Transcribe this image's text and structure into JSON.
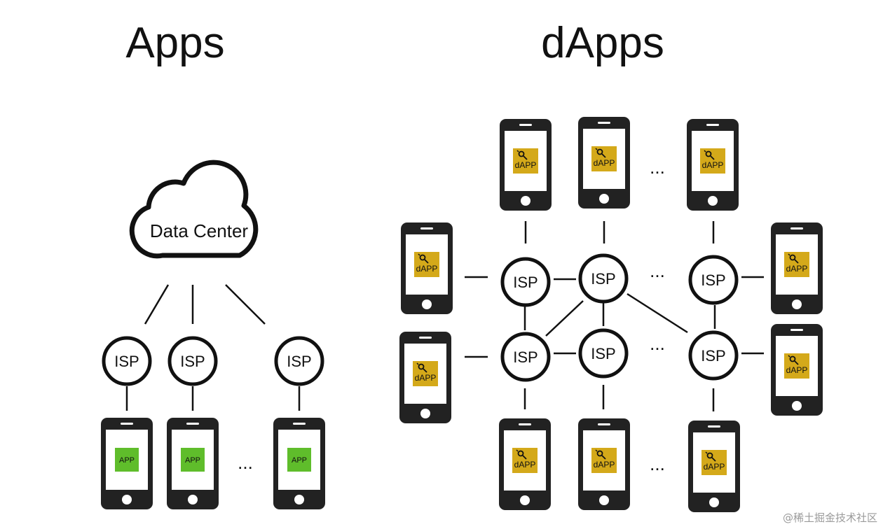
{
  "titles": {
    "apps": "Apps",
    "dapps": "dApps"
  },
  "cloud_label": "Data Center",
  "isp_label": "ISP",
  "app_label": "APP",
  "dapp_label": "dAPP",
  "ellipsis": "...",
  "watermark": "@稀土掘金技术社区",
  "colors": {
    "app_screen_icon": "#5fbd2b",
    "dapp_screen_icon": "#d4a91a",
    "phone_body": "#222222"
  },
  "icons": {
    "dapp": "dapp-logo-icon",
    "phone": "smartphone-icon",
    "cloud": "cloud-icon"
  }
}
